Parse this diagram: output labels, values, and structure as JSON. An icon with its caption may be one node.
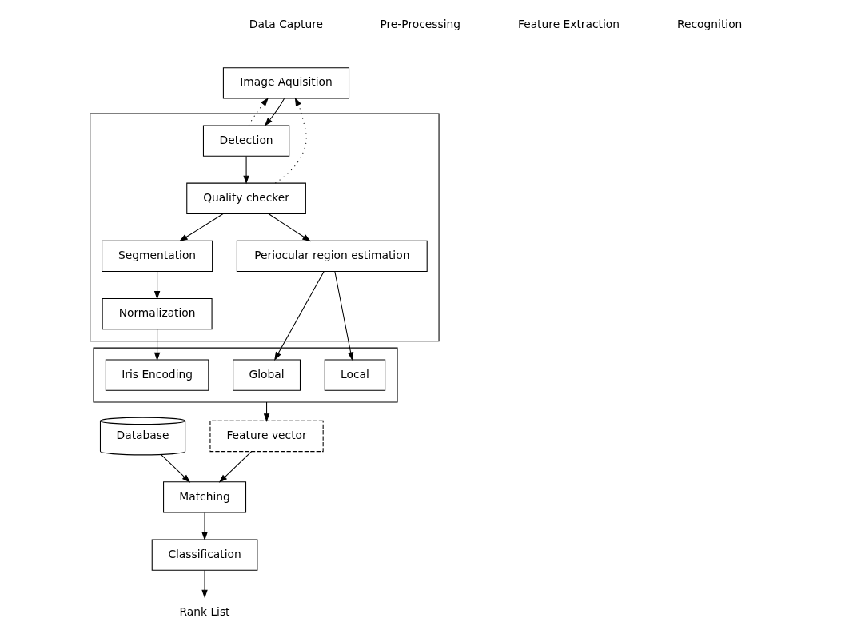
{
  "diagram": {
    "nodes": [
      {
        "text": [
          "Image Aquisition"
        ]
      },
      {
        "text": [],
        "shape": "box"
      },
      {
        "text": [
          "Detection"
        ],
        "in": 1
      },
      {
        "text": [
          "Quality checker"
        ],
        "in": 1
      },
      {
        "text": [
          "Periocular region estimation"
        ],
        "in": 1
      },
      {
        "text": [
          "Segmentation"
        ],
        "in": 1
      },
      {
        "text": [
          "Normalization"
        ],
        "in": 1
      },
      {
        "text": [],
        "shape": "box"
      },
      {
        "text": [
          "Global"
        ],
        "in": 7
      },
      {
        "text": [
          "Local"
        ],
        "in": 7
      },
      {
        "text": [
          "Iris Encoding"
        ],
        "in": 7
      },
      {
        "text": [
          "Feature vector"
        ]
      },
      {
        "text": [
          "Matching"
        ]
      },
      {
        "text": [
          "Classification"
        ]
      },
      {
        "text": [
          "Database"
        ]
      },
      {
        "text": [
          "Rank List"
        ]
      }
    ],
    "edges": [
      {
        "from": 0,
        "to": 2,
        "arrow": "to"
      },
      {
        "from": 2,
        "to": 0,
        "arrow": "to",
        "style": "dashed"
      },
      {
        "from": 3,
        "to": 0,
        "arrow": "to",
        "style": "dashed"
      },
      {
        "from": 2,
        "to": 3,
        "arrow": "to"
      },
      {
        "from": 3,
        "to": 4,
        "arrow": "to"
      },
      {
        "from": 3,
        "to": 5,
        "arrow": "to"
      },
      {
        "from": 4,
        "to": 8,
        "arrow": "to"
      },
      {
        "from": 4,
        "to": 9,
        "arrow": "to"
      },
      {
        "from": 5,
        "to": 6,
        "arrow": "to"
      },
      {
        "from": 6,
        "to": 10,
        "arrow": "to"
      },
      {
        "from": 7,
        "to": 11,
        "arrow": "to"
      },
      {
        "from": 11,
        "to": 12,
        "arrow": "to"
      },
      {
        "from": 14,
        "to": 12,
        "arrow": "to"
      },
      {
        "from": 12,
        "to": 13,
        "arrow": "to"
      },
      {
        "from": 13,
        "to": 15,
        "arrow": "to"
      }
    ],
    "labels": [
      "Data Capture",
      "Pre-Processing",
      "Feature Extraction",
      "Recognition"
    ]
  }
}
